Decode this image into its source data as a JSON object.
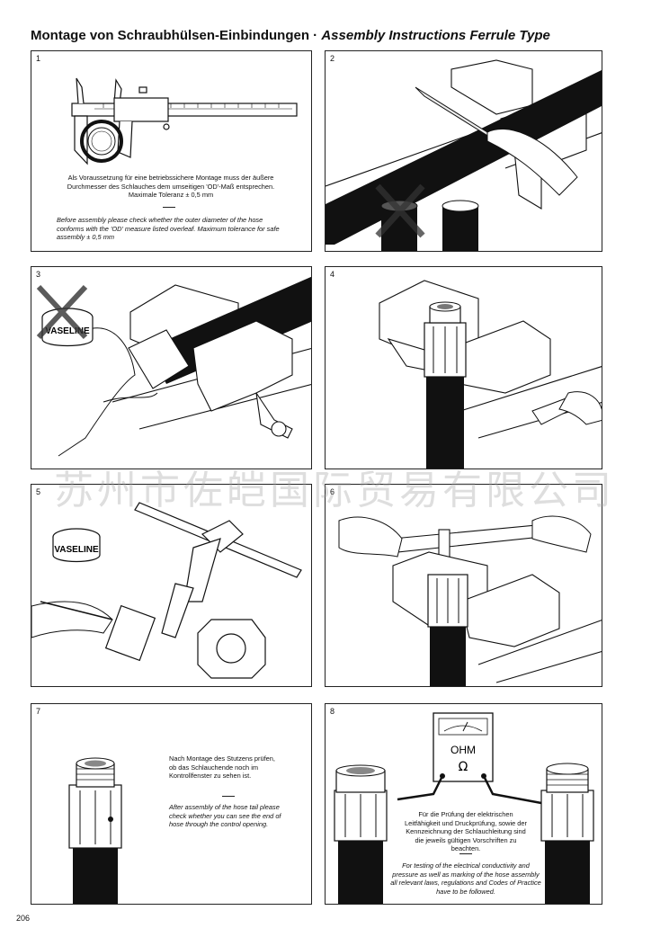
{
  "header": {
    "title_de": "Montage von Schraubhülsen-Einbindungen",
    "separator": " · ",
    "title_en": "Assembly Instructions Ferrule Type"
  },
  "panels": [
    {
      "num": "1"
    },
    {
      "num": "2"
    },
    {
      "num": "3"
    },
    {
      "num": "4"
    },
    {
      "num": "5"
    },
    {
      "num": "6"
    },
    {
      "num": "7"
    },
    {
      "num": "8"
    }
  ],
  "step1": {
    "de": "Als Voraussetzung für eine betriebssichere Montage muss der äußere Durchmesser des Schlauches dem umseitigen 'OD'-Maß entsprechen. Maximale Toleranz ± 0,5 mm",
    "en": "Before assembly please check whether the outer diameter of the hose conforms with the 'OD' measure listed overleaf. Maximum tolerance for safe assembly ± 0,5 mm"
  },
  "step3": {
    "jar_label": "VASELINE"
  },
  "step5": {
    "jar_label": "VASELINE"
  },
  "step7": {
    "de": "Nach Montage des Stutzens prüfen, ob das Schlauchende noch im Kontrollfenster zu sehen ist.",
    "en": "After assembly of the hose tail please check whether you can see the end of hose through the control opening."
  },
  "step8": {
    "meter_unit": "OHM",
    "meter_symbol": "Ω",
    "de": "Für die Prüfung der elektrischen Leitfähigkeit und Druckprüfung, sowie der Kennzeichnung der Schlauchleitung sind die jeweils gültigen Vorschriften zu beachten.",
    "en": "For testing of the electrical conductivity and pressure as well as marking of the hose assembly all relevant laws, regulations and Codes of Practice have to be followed."
  },
  "watermark": "苏州市佐皑国际贸易有限公司",
  "page_number": "206"
}
